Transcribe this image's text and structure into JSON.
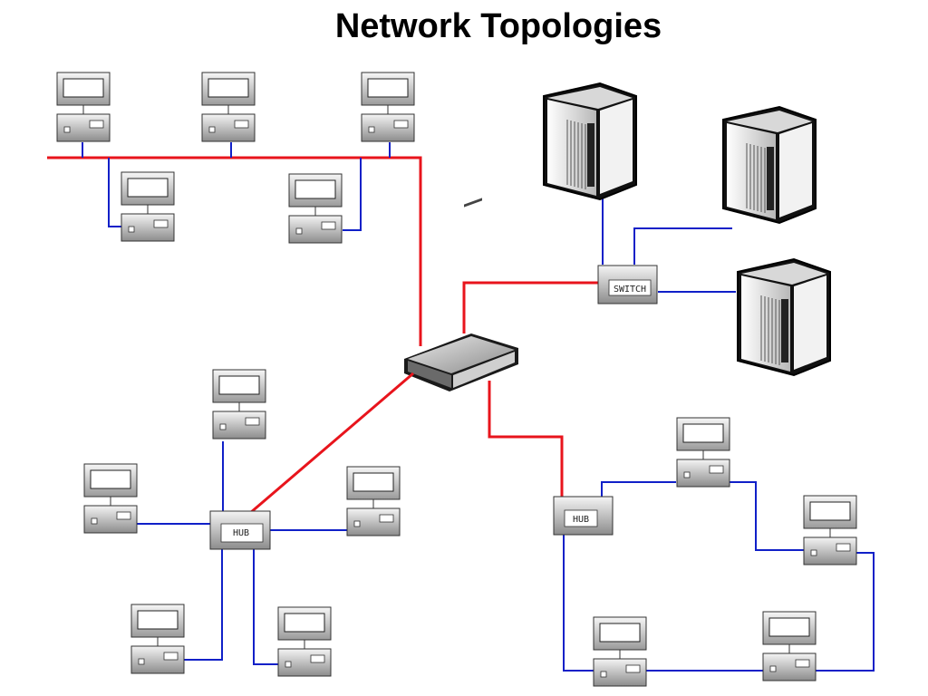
{
  "title": "Network Topologies",
  "labels": {
    "switch": "SWITCH",
    "hub_left": "HUB",
    "hub_right": "HUB"
  },
  "colors": {
    "backbone": "#e8141c",
    "link": "#1020c8",
    "device_light": "#f0f0f0",
    "device_dark": "#8a8a8a",
    "server": "#2a2a2a"
  },
  "icons": {
    "workstation": "workstation-icon",
    "server": "server-icon",
    "router": "router-icon",
    "hub": "hub-icon",
    "switch": "switch-icon"
  }
}
